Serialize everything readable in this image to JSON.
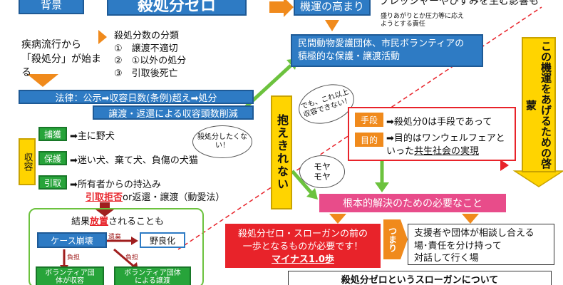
{
  "top": {
    "background_label": "背景",
    "title": "殺処分ゼロ",
    "momentum_label": "機運の高まり",
    "pressure_text": "プレッシャーやひずみを生む影響も",
    "pressure_note": "盛りあがりとか圧力等に応えようとする責任"
  },
  "left": {
    "origin_text_1": "疾病流行から",
    "origin_text_2": "「殺処分」が始ま",
    "origin_text_3": "る",
    "classification_title": "殺処分数の分類",
    "classification_items": [
      "①　譲渡不適切",
      "②　①以外の処分",
      "③　引取後死亡"
    ],
    "law_label": "法律：公示➡収容日数(条例)超え➡処分",
    "reduction_label": "譲渡・返還による収容頭数削減",
    "capture_label": "捕獲",
    "capture_text": "➡主に野犬",
    "shelter_label": "収容",
    "protect_label": "保護",
    "protect_text": "➡迷い犬、棄て犬、負傷の犬猫",
    "take_label": "引取",
    "take_text": "➡所有者からの持込み",
    "refusal_text": "引取拒否",
    "refusal_rest": "or返還・譲渡（動愛法）",
    "result_text_pre": "結果",
    "result_text_em": "放置",
    "result_text_post": "されることも",
    "case_collapse": "ケース崩壊",
    "abandon_label": "遺棄",
    "feral_label": "野良化",
    "burden_label_1": "負担",
    "burden_label_2": "負担",
    "volunteer_shelter_1": "ボランティア団",
    "volunteer_shelter_2": "体が収容",
    "volunteer_transfer_1": "ボランティア団体",
    "volunteer_transfer_2": "による譲渡"
  },
  "middle": {
    "bubble_1": "殺処分したくない！",
    "bubble_2": "でも、これ以上収容できない！",
    "vertical_label": "抱えきれない",
    "bubble_3_1": "モヤ",
    "bubble_3_2": "モヤ",
    "dashed_note": ""
  },
  "right": {
    "ngo_text_1": "民間動物愛護団体、市民ボランティアの",
    "ngo_text_2": "積極的な保護・譲渡活動",
    "means_label": "手段",
    "means_text": "➡殺処分0は手段であって",
    "goal_label": "目的",
    "goal_text_1": "➡目的はワンウェルフェアと",
    "goal_text_2": "いった",
    "goal_text_em": "共生社会の実現",
    "vertical_banner": "この機運をあげるための啓蒙",
    "root_solution": "根本的解決のための必要なこと",
    "slogan_box_1": "殺処分ゼロ・スローガンの前の",
    "slogan_box_2": "一歩となるものが必要です！",
    "minus_label": "マイナス1.0歩",
    "tsumari_label": "つまり",
    "support_text_1": "支援者や団体が相談し合える",
    "support_text_2": "場･責任を分け持って",
    "support_text_3": "対話して行く場",
    "bottom_title": "殺処分ゼロというスローガンについて"
  },
  "colors": {
    "blue": "#2e7bc4",
    "green": "#27a43a",
    "orange": "#f08a1c",
    "pink": "#e84c8a",
    "red": "#e8232a",
    "yellow": "#ffd400"
  }
}
